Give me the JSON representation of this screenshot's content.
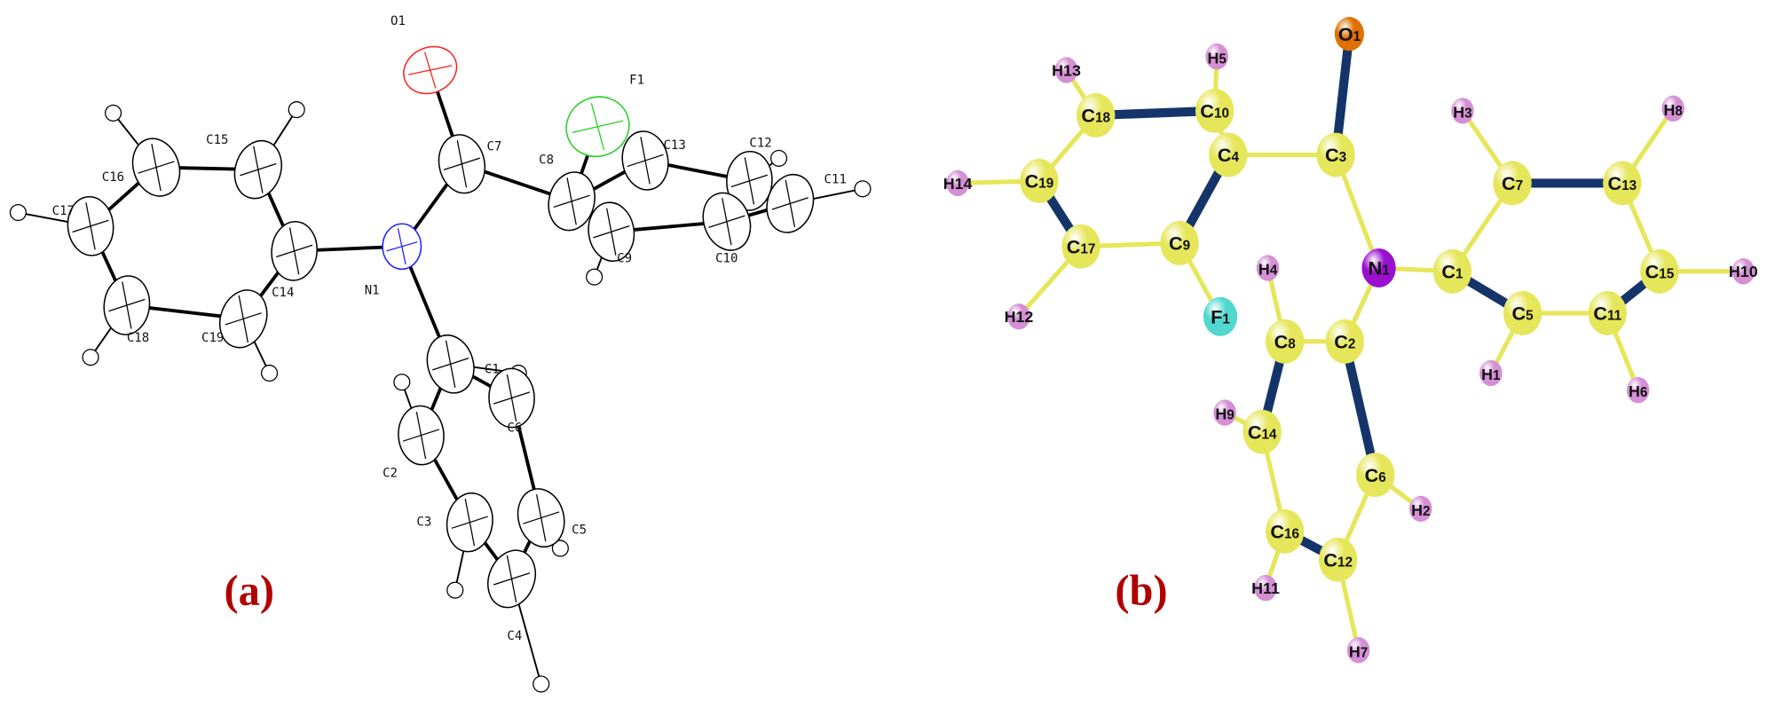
{
  "colors": {
    "panel_label": "#b00000",
    "ortep_O": "#ff2020",
    "ortep_N": "#2020ff",
    "ortep_F": "#20d020",
    "ball_C": "#e6e65a",
    "ball_H": "#d58fd5",
    "ball_N": "#9a10d0",
    "ball_O": "#e07000",
    "ball_F": "#50d8d0",
    "single_bond": "#e6e65a",
    "double_bond": "#15356a"
  },
  "panel_a": {
    "label": "(a)",
    "atoms": [
      "O1",
      "C7",
      "N1",
      "C8",
      "F1",
      "C13",
      "C12",
      "C11",
      "C10",
      "C9",
      "C14",
      "C15",
      "C16",
      "C17",
      "C18",
      "C19",
      "C1",
      "C2",
      "C3",
      "C4",
      "C5",
      "C6"
    ],
    "bonds": [
      [
        "O1",
        "C7"
      ],
      [
        "C7",
        "N1"
      ],
      [
        "C7",
        "C8"
      ],
      [
        "N1",
        "C14"
      ],
      [
        "N1",
        "C1"
      ],
      [
        "C14",
        "C15"
      ],
      [
        "C15",
        "C16"
      ],
      [
        "C16",
        "C17"
      ],
      [
        "C17",
        "C18"
      ],
      [
        "C18",
        "C19"
      ],
      [
        "C19",
        "C14"
      ],
      [
        "C1",
        "C2"
      ],
      [
        "C2",
        "C3"
      ],
      [
        "C3",
        "C4"
      ],
      [
        "C4",
        "C5"
      ],
      [
        "C5",
        "C6"
      ],
      [
        "C6",
        "C1"
      ],
      [
        "C8",
        "C13"
      ],
      [
        "C13",
        "C12"
      ],
      [
        "C12",
        "C11"
      ],
      [
        "C11",
        "C10"
      ],
      [
        "C10",
        "C9"
      ],
      [
        "C9",
        "C8"
      ],
      [
        "C8",
        "F1"
      ]
    ]
  },
  "panel_b": {
    "label": "(b)",
    "atoms": [
      {
        "id": "O1",
        "el": "O",
        "n": "1"
      },
      {
        "id": "C3",
        "el": "C",
        "n": "3"
      },
      {
        "id": "C4",
        "el": "C",
        "n": "4"
      },
      {
        "id": "C10",
        "el": "C",
        "n": "10"
      },
      {
        "id": "C18",
        "el": "C",
        "n": "18"
      },
      {
        "id": "C19",
        "el": "C",
        "n": "19"
      },
      {
        "id": "C17",
        "el": "C",
        "n": "17"
      },
      {
        "id": "C9",
        "el": "C",
        "n": "9"
      },
      {
        "id": "F1",
        "el": "F",
        "n": "1"
      },
      {
        "id": "H13",
        "el": "H",
        "n": "13"
      },
      {
        "id": "H5",
        "el": "H",
        "n": "5"
      },
      {
        "id": "H14",
        "el": "H",
        "n": "14"
      },
      {
        "id": "H12",
        "el": "H",
        "n": "12"
      },
      {
        "id": "N1",
        "el": "N",
        "n": "1"
      },
      {
        "id": "C1",
        "el": "C",
        "n": "1"
      },
      {
        "id": "C7",
        "el": "C",
        "n": "7"
      },
      {
        "id": "C13",
        "el": "C",
        "n": "13"
      },
      {
        "id": "C15",
        "el": "C",
        "n": "15"
      },
      {
        "id": "C11",
        "el": "C",
        "n": "11"
      },
      {
        "id": "C5",
        "el": "C",
        "n": "5"
      },
      {
        "id": "H3",
        "el": "H",
        "n": "3"
      },
      {
        "id": "H8",
        "el": "H",
        "n": "8"
      },
      {
        "id": "H10",
        "el": "H",
        "n": "10"
      },
      {
        "id": "H1",
        "el": "H",
        "n": "1"
      },
      {
        "id": "H6",
        "el": "H",
        "n": "6"
      },
      {
        "id": "C2",
        "el": "C",
        "n": "2"
      },
      {
        "id": "C8",
        "el": "C",
        "n": "8"
      },
      {
        "id": "H4",
        "el": "H",
        "n": "4"
      },
      {
        "id": "C14",
        "el": "C",
        "n": "14"
      },
      {
        "id": "H9",
        "el": "H",
        "n": "9"
      },
      {
        "id": "C6",
        "el": "C",
        "n": "6"
      },
      {
        "id": "H2",
        "el": "H",
        "n": "2"
      },
      {
        "id": "C16",
        "el": "C",
        "n": "16"
      },
      {
        "id": "C12",
        "el": "C",
        "n": "12"
      },
      {
        "id": "H11",
        "el": "H",
        "n": "11"
      },
      {
        "id": "H7",
        "el": "H",
        "n": "7"
      }
    ],
    "bonds": [
      [
        "O1",
        "C3",
        2
      ],
      [
        "C3",
        "C4",
        1
      ],
      [
        "C3",
        "N1",
        1
      ],
      [
        "C4",
        "C10",
        1
      ],
      [
        "C10",
        "C18",
        2
      ],
      [
        "C18",
        "C19",
        1
      ],
      [
        "C19",
        "C17",
        2
      ],
      [
        "C17",
        "C9",
        1
      ],
      [
        "C9",
        "C4",
        2
      ],
      [
        "C9",
        "F1",
        1
      ],
      [
        "C18",
        "H13",
        1
      ],
      [
        "C10",
        "H5",
        1
      ],
      [
        "C19",
        "H14",
        1
      ],
      [
        "C17",
        "H12",
        1
      ],
      [
        "N1",
        "C1",
        1
      ],
      [
        "N1",
        "C2",
        1
      ],
      [
        "C1",
        "C7",
        1
      ],
      [
        "C7",
        "C13",
        2
      ],
      [
        "C13",
        "C15",
        1
      ],
      [
        "C15",
        "C11",
        2
      ],
      [
        "C11",
        "C5",
        1
      ],
      [
        "C5",
        "C1",
        2
      ],
      [
        "C7",
        "H3",
        1
      ],
      [
        "C13",
        "H8",
        1
      ],
      [
        "C15",
        "H10",
        1
      ],
      [
        "C5",
        "H1",
        1
      ],
      [
        "C11",
        "H6",
        1
      ],
      [
        "C2",
        "C8",
        1
      ],
      [
        "C8",
        "C14",
        2
      ],
      [
        "C14",
        "C16",
        1
      ],
      [
        "C16",
        "C12",
        2
      ],
      [
        "C12",
        "C6",
        1
      ],
      [
        "C6",
        "C2",
        2
      ],
      [
        "C8",
        "H4",
        1
      ],
      [
        "C14",
        "H9",
        1
      ],
      [
        "C6",
        "H2",
        1
      ],
      [
        "C16",
        "H11",
        1
      ],
      [
        "C12",
        "H7",
        1
      ]
    ]
  }
}
